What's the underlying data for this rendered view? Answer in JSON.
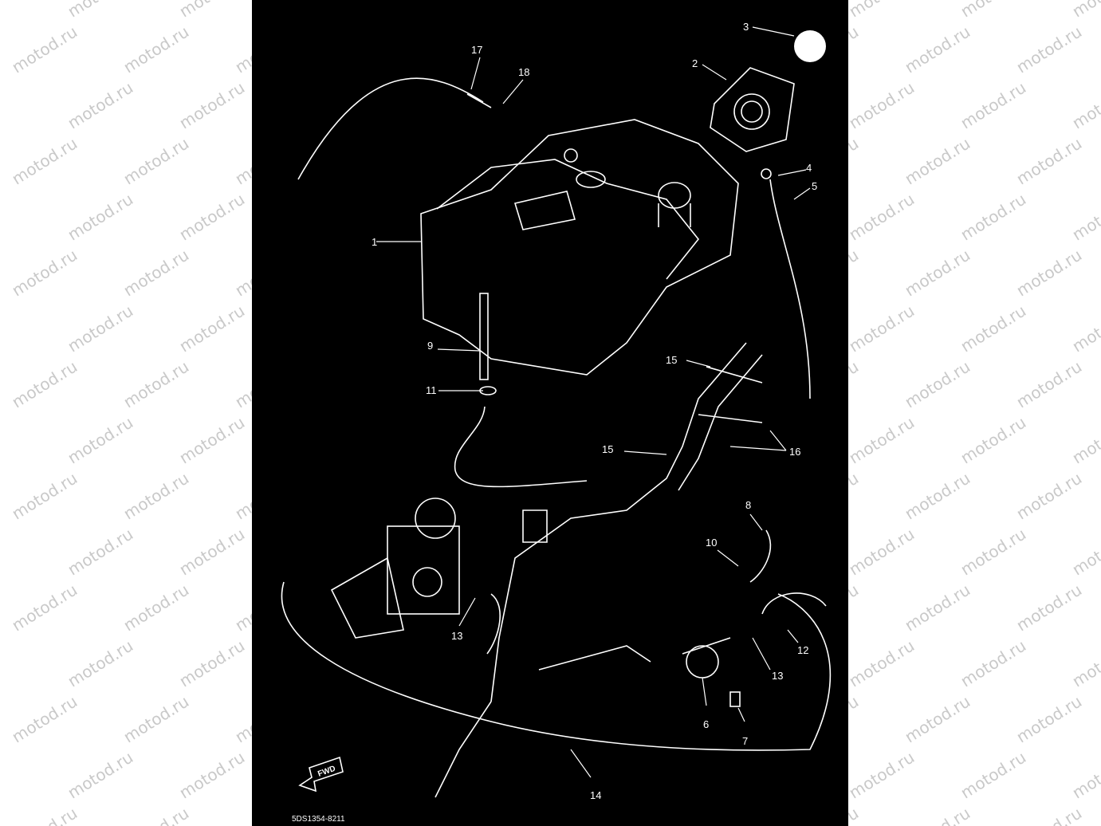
{
  "watermark": {
    "text": "motod.ru"
  },
  "diagram": {
    "callouts": [
      "1",
      "2",
      "3",
      "4",
      "5",
      "6",
      "7",
      "8",
      "9",
      "10",
      "11",
      "12",
      "13",
      "13",
      "14",
      "15",
      "15",
      "16",
      "17",
      "18"
    ],
    "fwd_label": "FWD",
    "drawing_code": "5DS1354-8211",
    "colors": {
      "background": "#000000",
      "linework": "#ffffff",
      "page": "#ffffff",
      "watermark": "#c9c9c9"
    }
  }
}
